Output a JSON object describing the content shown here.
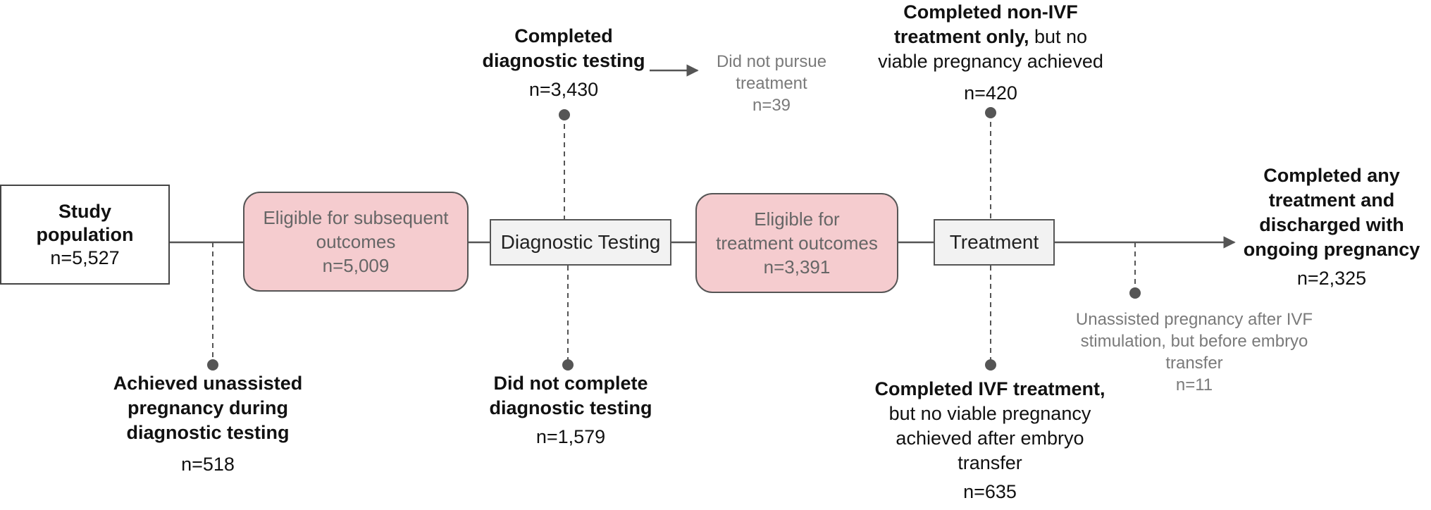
{
  "study": {
    "line1": "Study",
    "line2": "population",
    "n": "n=5,527"
  },
  "eligible_subsequent": {
    "line1": "Eligible for subsequent",
    "line2": "outcomes",
    "n": "n=5,009"
  },
  "diagnostic_testing": "Diagnostic Testing",
  "eligible_treatment": {
    "line1": "Eligible for",
    "line2": "treatment outcomes",
    "n": "n=3,391"
  },
  "treatment": "Treatment",
  "completed_diagnostic": {
    "line1": "Completed",
    "line2": "diagnostic testing",
    "n": "n=3,430"
  },
  "did_not_pursue": {
    "line1": "Did not pursue",
    "line2": "treatment",
    "n": "n=39"
  },
  "non_ivf": {
    "line1_bold": "Completed non-IVF",
    "line2_bold": "treatment only,",
    "line2_rest": " but no",
    "line3": "viable pregnancy achieved",
    "n": "n=420"
  },
  "completed_any": {
    "line1": "Completed any",
    "line2": "treatment and",
    "line3": "discharged with",
    "line4": "ongoing pregnancy",
    "n": "n=2,325"
  },
  "unassisted_diag": {
    "line1": "Achieved unassisted",
    "line2": "pregnancy during",
    "line3": "diagnostic testing",
    "n": "n=518"
  },
  "did_not_complete": {
    "line1": "Did not complete",
    "line2": "diagnostic testing",
    "n": "n=1,579"
  },
  "ivf_no_viable": {
    "line1_bold": "Completed IVF treatment,",
    "line2": "but no viable pregnancy",
    "line3": "achieved after embryo",
    "line4": "transfer",
    "n": "n=635"
  },
  "unassisted_ivf": {
    "line1": "Unassisted pregnancy after IVF",
    "line2": "stimulation, but before embryo",
    "line3": "transfer",
    "n": "n=11"
  },
  "colors": {
    "pink_fill": "#f5cccf",
    "gray_fill": "#f2f2f2",
    "line": "#555555",
    "muted_text": "#7a7a7a"
  }
}
